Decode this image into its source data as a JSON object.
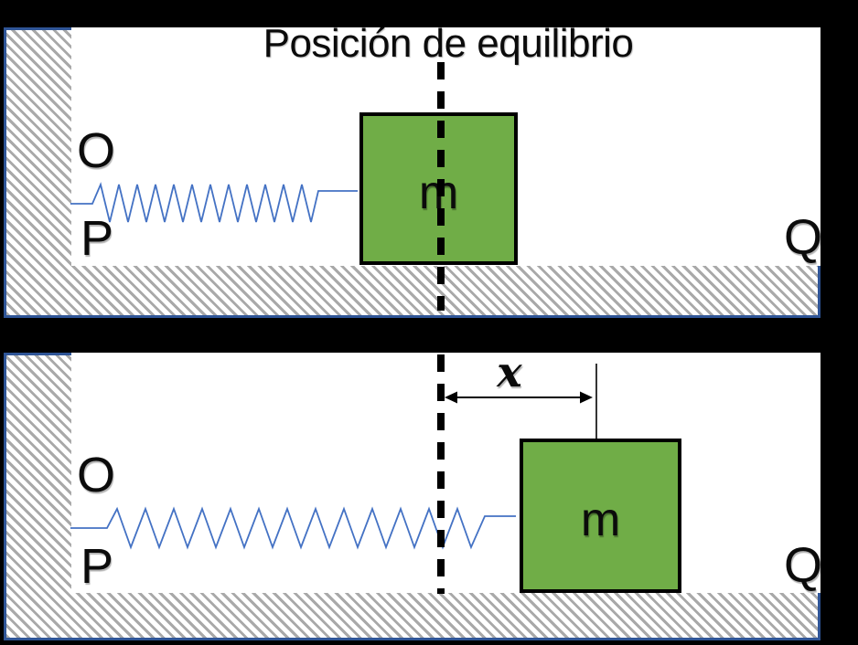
{
  "colors": {
    "background": "#000000",
    "panel_white": "#ffffff",
    "outline_blue": "#2f5597",
    "spring_blue": "#4472c4",
    "block_green": "#70ad47",
    "block_border": "#000000",
    "hatch_gray": "#a9a9a9",
    "text_black": "#0b0b0b"
  },
  "panel_top": {
    "title": "Posición de equilibrio",
    "point_o": "O",
    "point_p": "P",
    "point_q": "Q",
    "mass_label": "m"
  },
  "panel_bottom": {
    "point_o": "O",
    "point_p": "P",
    "point_q": "Q",
    "mass_label": "m",
    "displacement_label": "x"
  }
}
